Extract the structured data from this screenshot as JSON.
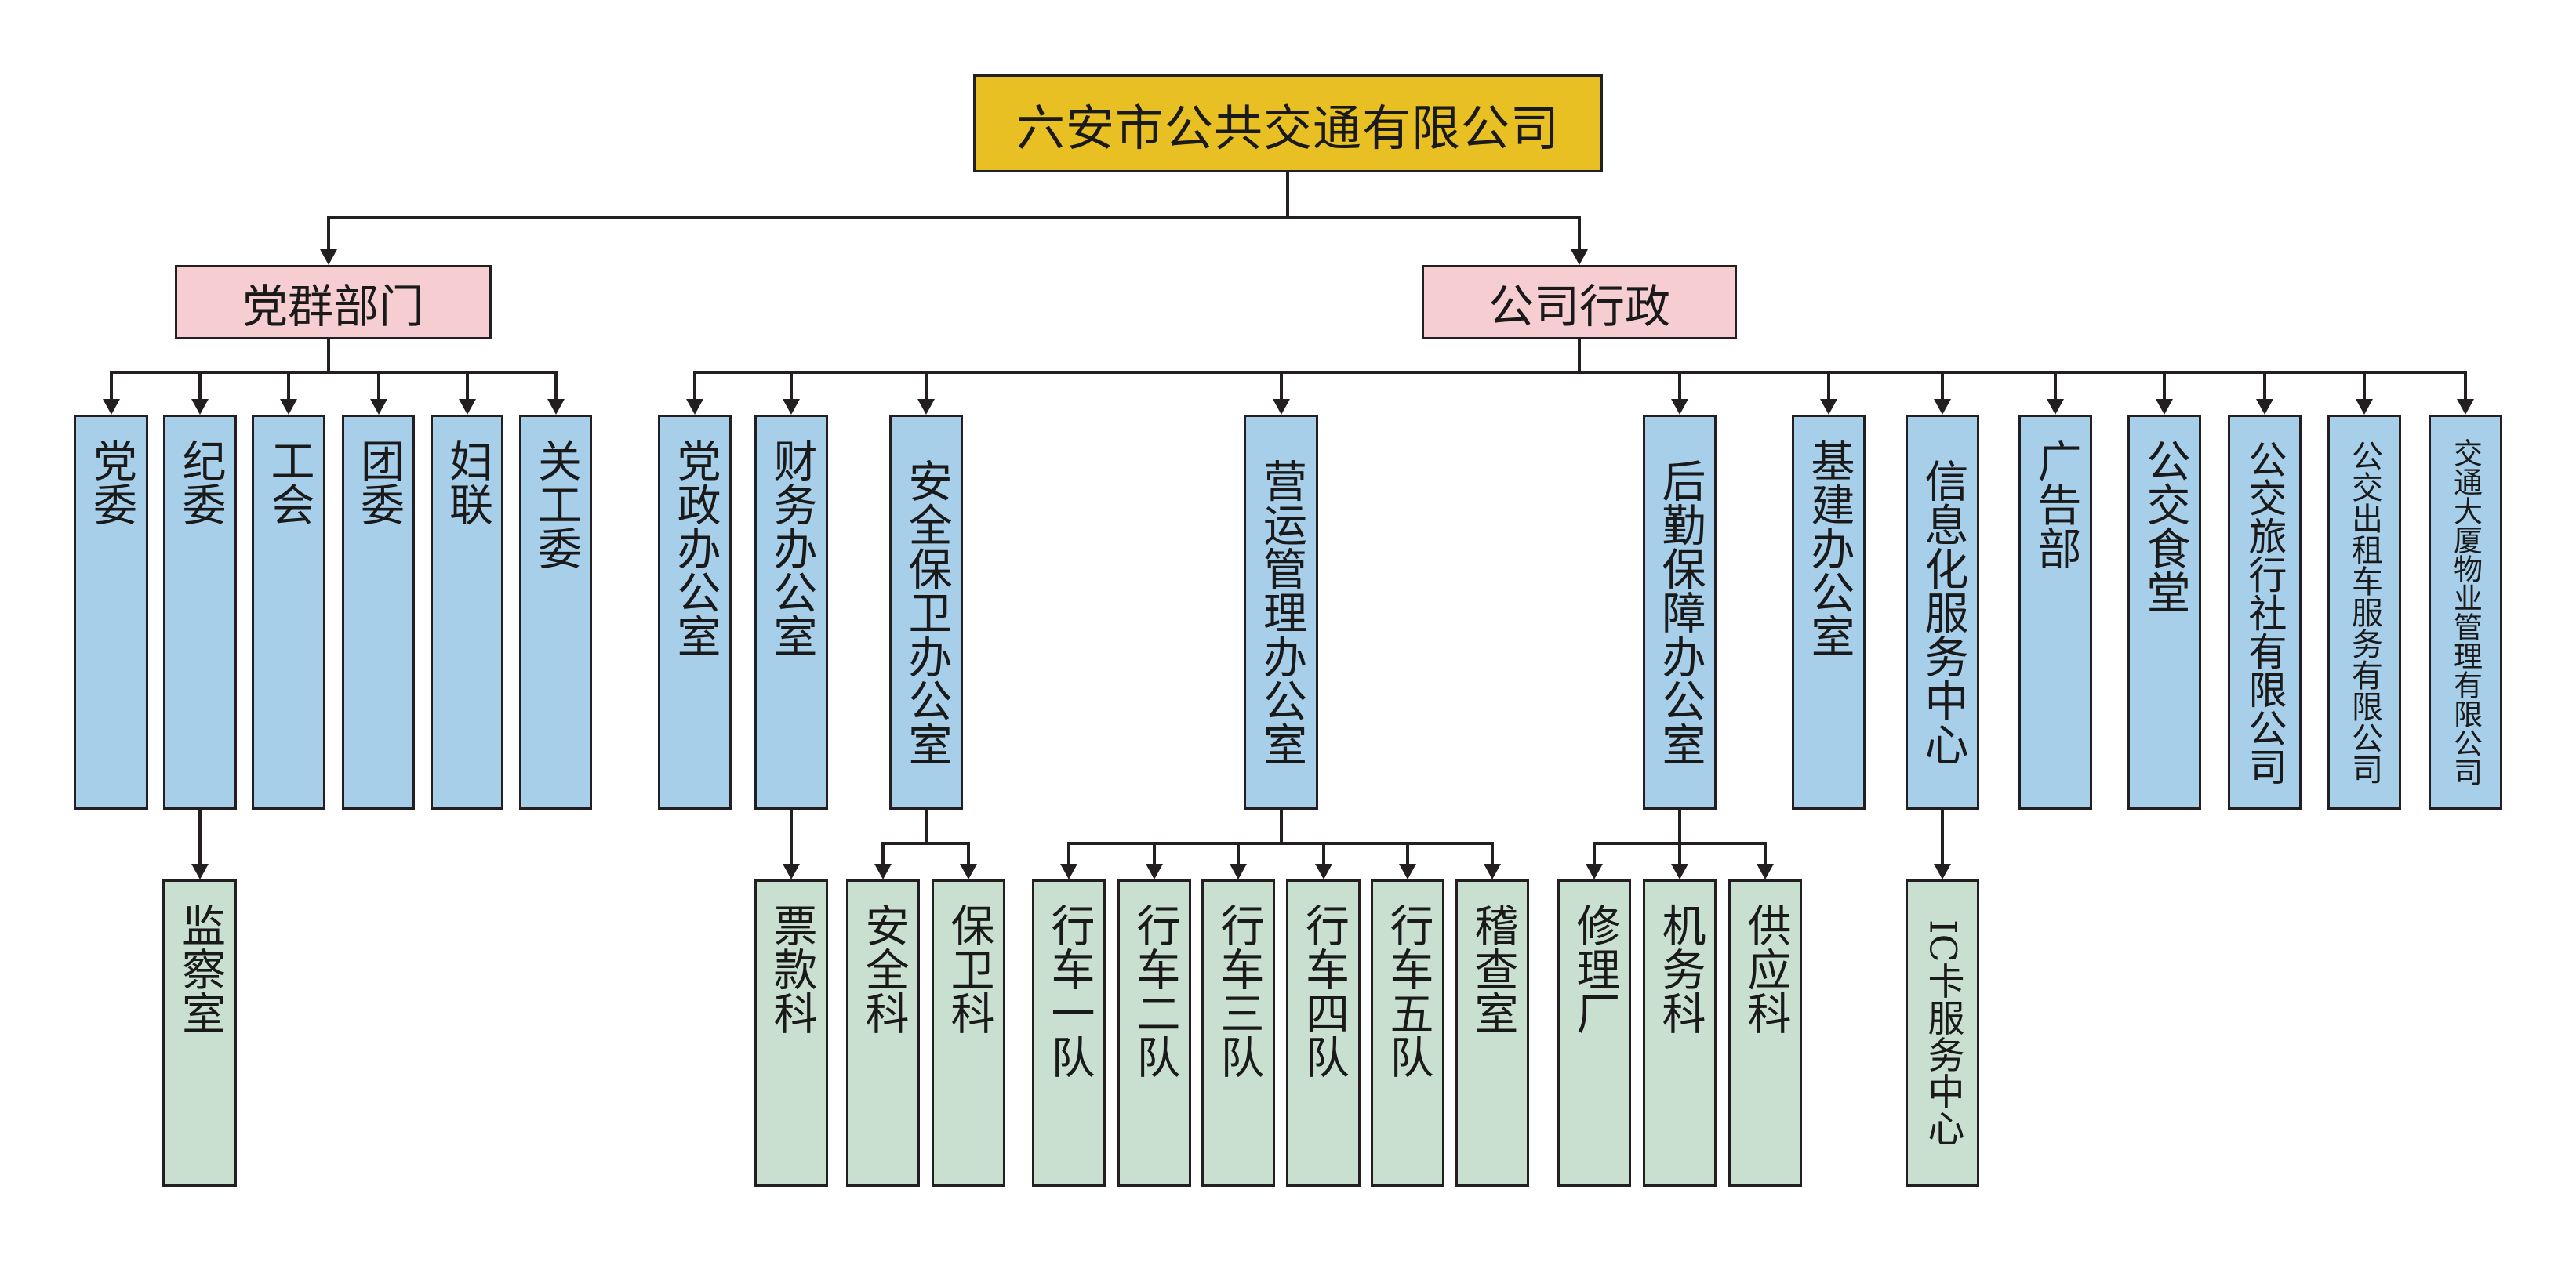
{
  "colors": {
    "root": "#e9c024",
    "group": "#f6cdd1",
    "department": "#a8cfea",
    "sub_unit": "#c9e0d1",
    "line": "#231f20"
  },
  "root": {
    "label": "六安市公共交通有限公司"
  },
  "groups": [
    {
      "label": "党群部门",
      "departments": [
        {
          "label": "党委",
          "children": []
        },
        {
          "label": "纪委",
          "children": [
            "监察室"
          ]
        },
        {
          "label": "工会",
          "children": []
        },
        {
          "label": "团委",
          "children": []
        },
        {
          "label": "妇联",
          "children": []
        },
        {
          "label": "关工委",
          "children": []
        }
      ]
    },
    {
      "label": "公司行政",
      "departments": [
        {
          "label": "党政办公室",
          "children": []
        },
        {
          "label": "财务办公室",
          "children": [
            "票款科"
          ]
        },
        {
          "label": "安全保卫办公室",
          "children": [
            "安全科",
            "保卫科"
          ]
        },
        {
          "label": "营运管理办公室",
          "children": [
            "行车一队",
            "行车二队",
            "行车三队",
            "行车四队",
            "行车五队",
            "稽查室"
          ]
        },
        {
          "label": "后勤保障办公室",
          "children": [
            "修理厂",
            "机务科",
            "供应科"
          ]
        },
        {
          "label": "基建办公室",
          "children": []
        },
        {
          "label": "信息化服务中心",
          "children": [
            "IC卡服务中心"
          ]
        },
        {
          "label": "广告部",
          "children": []
        },
        {
          "label": "公交食堂",
          "children": []
        },
        {
          "label": "公交旅行社有限公司",
          "children": []
        },
        {
          "label": "公交出租车服务有限公司",
          "children": []
        },
        {
          "label": "交通大厦物业管理有限公司",
          "children": []
        }
      ]
    }
  ]
}
